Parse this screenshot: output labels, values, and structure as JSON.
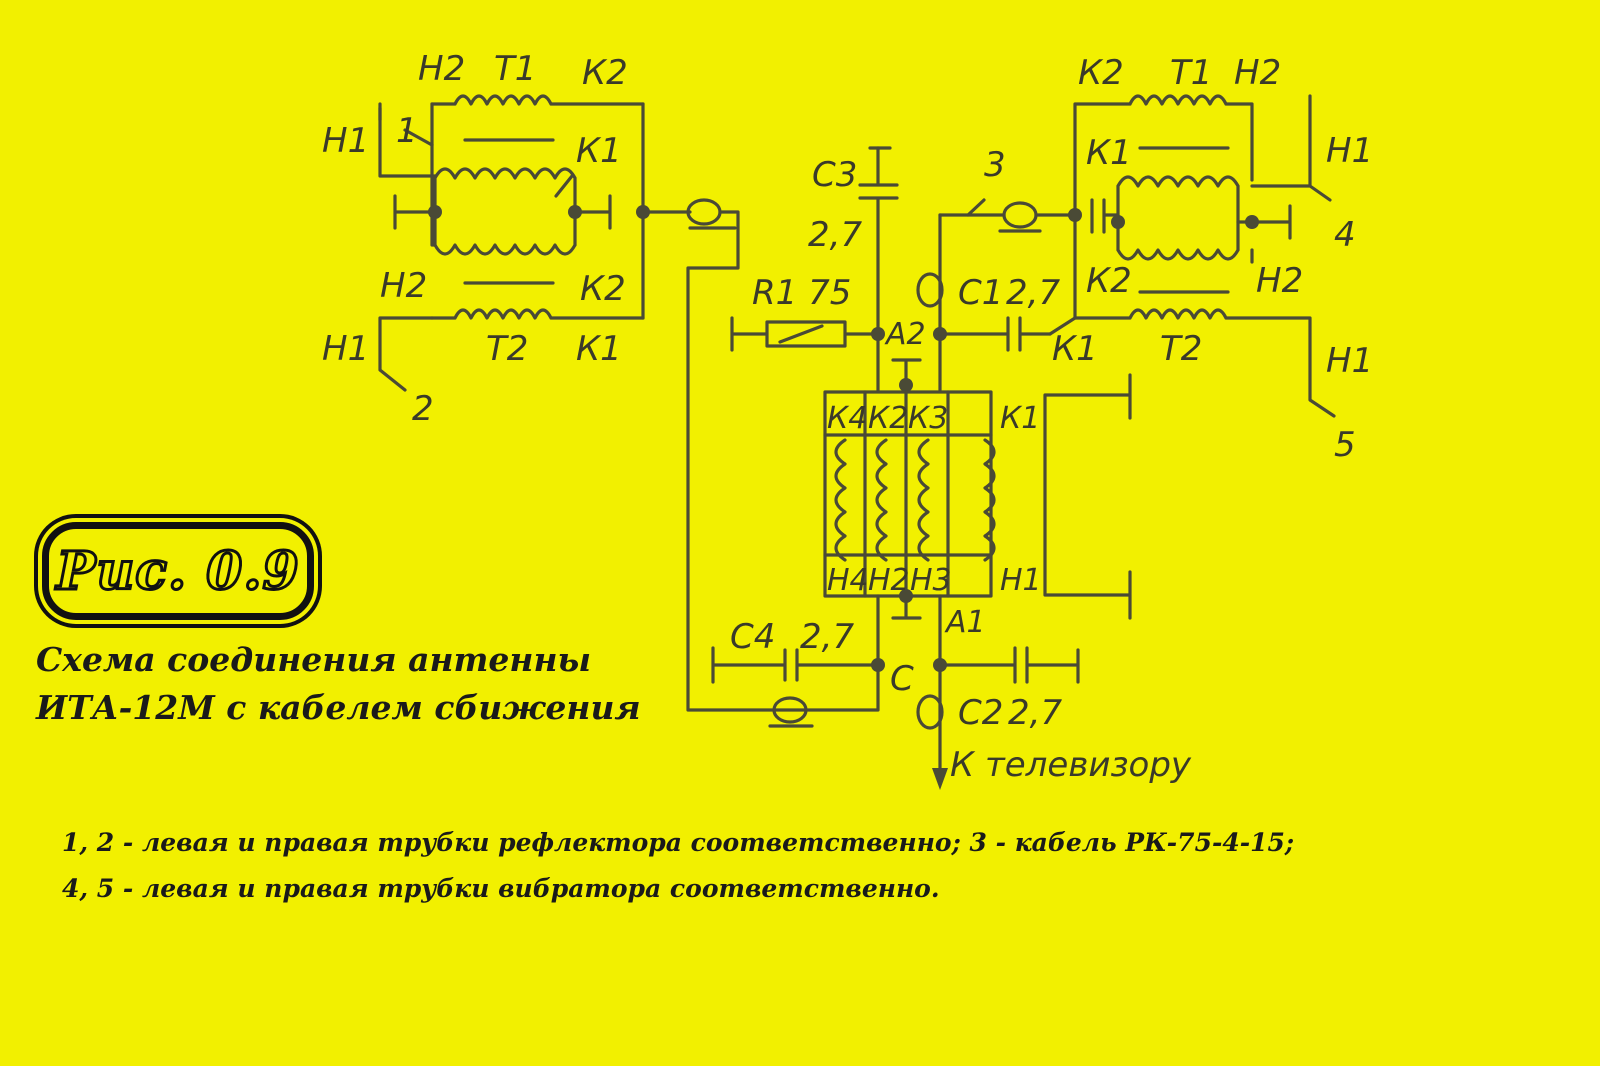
{
  "figure": {
    "badge": "Рис. 0.9",
    "caption_line1": "Схема соединения антенны",
    "caption_line2": "ИТА-12М с кабелем сбижения",
    "legend_line1": "1, 2 - левая и правая трубки рефлектора соответственно;  3 - кабель РК-75-4-15;",
    "legend_line2": "4, 5 - левая и правая трубки вибратора соответственно."
  },
  "schematic": {
    "left_block": {
      "t1_h2": "Н2",
      "t1_label": "Т1",
      "t1_k2": "К2",
      "tube1_h1": "Н1",
      "tube1_num": "1",
      "t1_k1": "К1",
      "t2_h2": "Н2",
      "t2_k2": "К2",
      "tube2_h1": "Н1",
      "t2_label": "Т2",
      "t2_k1": "К1",
      "tube2_num": "2"
    },
    "right_block": {
      "t1_k2": "К2",
      "t1_label": "Т1",
      "t1_h2": "Н2",
      "t1_k1": "К1",
      "tube4_h1": "Н1",
      "tube4_num": "4",
      "t2_k2": "К2",
      "t2_h2": "Н2",
      "t2_k1": "К1",
      "t2_label": "Т2",
      "tube5_h1": "Н1",
      "tube5_num": "5",
      "cable_num": "3"
    },
    "center": {
      "c3": "С3",
      "c3_value": "2,7",
      "r1": "R1 75",
      "c1": "С1",
      "c1_value": "2,7",
      "a2": "А2",
      "k4": "К4",
      "k2": "К2",
      "k3": "К3",
      "k1": "К1",
      "h4": "Н4",
      "h2": "Н2",
      "h3": "Н3",
      "h1": "Н1",
      "a1": "А1",
      "c4": "С4",
      "c4_value": "2,7",
      "c": "С",
      "c2": "С2",
      "c2_value": "2,7",
      "output": "К телевизору"
    }
  },
  "colors": {
    "background": "#f2f000",
    "ink": "#4a4a36",
    "text": "#1a1a1a"
  }
}
